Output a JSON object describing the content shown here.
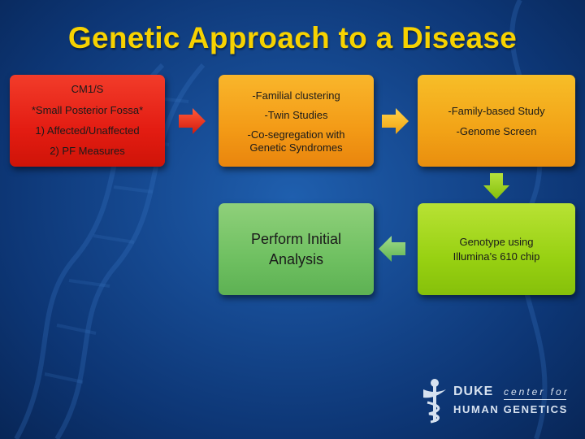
{
  "title": "Genetic Approach to a Disease",
  "boxes": {
    "phenotype": {
      "lines": [
        "CM1/S",
        "*Small Posterior Fossa*",
        "1) Affected/Unaffected",
        "2) PF Measures"
      ],
      "color": "#e31c12"
    },
    "evidence": {
      "lines": [
        "-Familial clustering",
        "-Twin Studies",
        "-Co-segregation with",
        "Genetic Syndromes"
      ],
      "color": "#f39a16"
    },
    "study": {
      "lines": [
        "-Family-based Study",
        "-Genome Screen"
      ],
      "color": "#f2a317"
    },
    "genotype": {
      "lines": [
        "Genotype using",
        "Illumina’s 610 chip"
      ],
      "color": "#98d112"
    },
    "analysis": {
      "lines": [
        "Perform Initial",
        "Analysis"
      ],
      "color": "#6fc061"
    }
  },
  "logo": {
    "line1": "DUKE",
    "line1b": "center for",
    "line2": "HUMAN GENETICS"
  },
  "colors": {
    "title": "#f7d200",
    "background": "#164a92"
  }
}
